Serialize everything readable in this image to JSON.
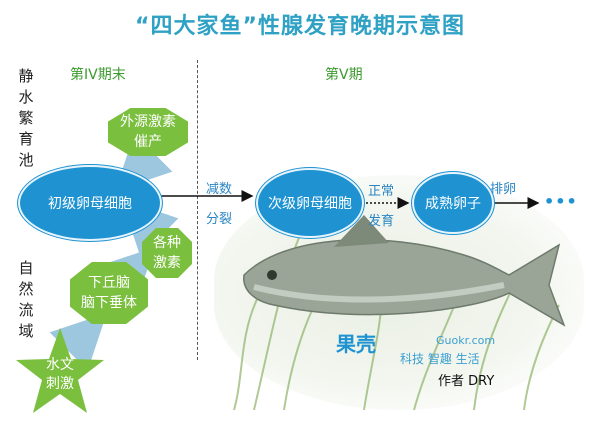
{
  "title": "“四大家鱼”性腺发育晚期示意图",
  "left_labels": {
    "top": "静水繁育池",
    "bottom": "自然流域"
  },
  "stages": {
    "stage4": "第IV期末",
    "stage5": "第V期"
  },
  "nodes": {
    "primary_oocyte": "初级卵母细胞",
    "secondary_oocyte": "次级卵母细胞",
    "mature_egg": "成熟卵子",
    "ellipsis": "•••"
  },
  "octagons": {
    "exogenous_hormone_line1": "外源激素",
    "exogenous_hormone_line2": "催产",
    "various_hormones_line1": "各种",
    "various_hormones_line2": "激素",
    "hypothalamus_line1": "下丘脑",
    "hypothalamus_line2": "脑下垂体"
  },
  "star": {
    "line1": "水文",
    "line2": "刺激"
  },
  "arrow_labels": {
    "meiosis_line1": "减数",
    "meiosis_line2": "分裂",
    "normal_line1": "正常",
    "normal_line2": "发育",
    "spawn": "排卵"
  },
  "logo": {
    "brand": "果壳",
    "site": "Guokr.com",
    "tagline": "科技 智趣 生活"
  },
  "author": "作者 DRY",
  "colors": {
    "title": "#2ea1c4",
    "node_blue": "#1f93d2",
    "octagon_green": "#7bbf3e",
    "stage_green": "#3b9a2e"
  }
}
